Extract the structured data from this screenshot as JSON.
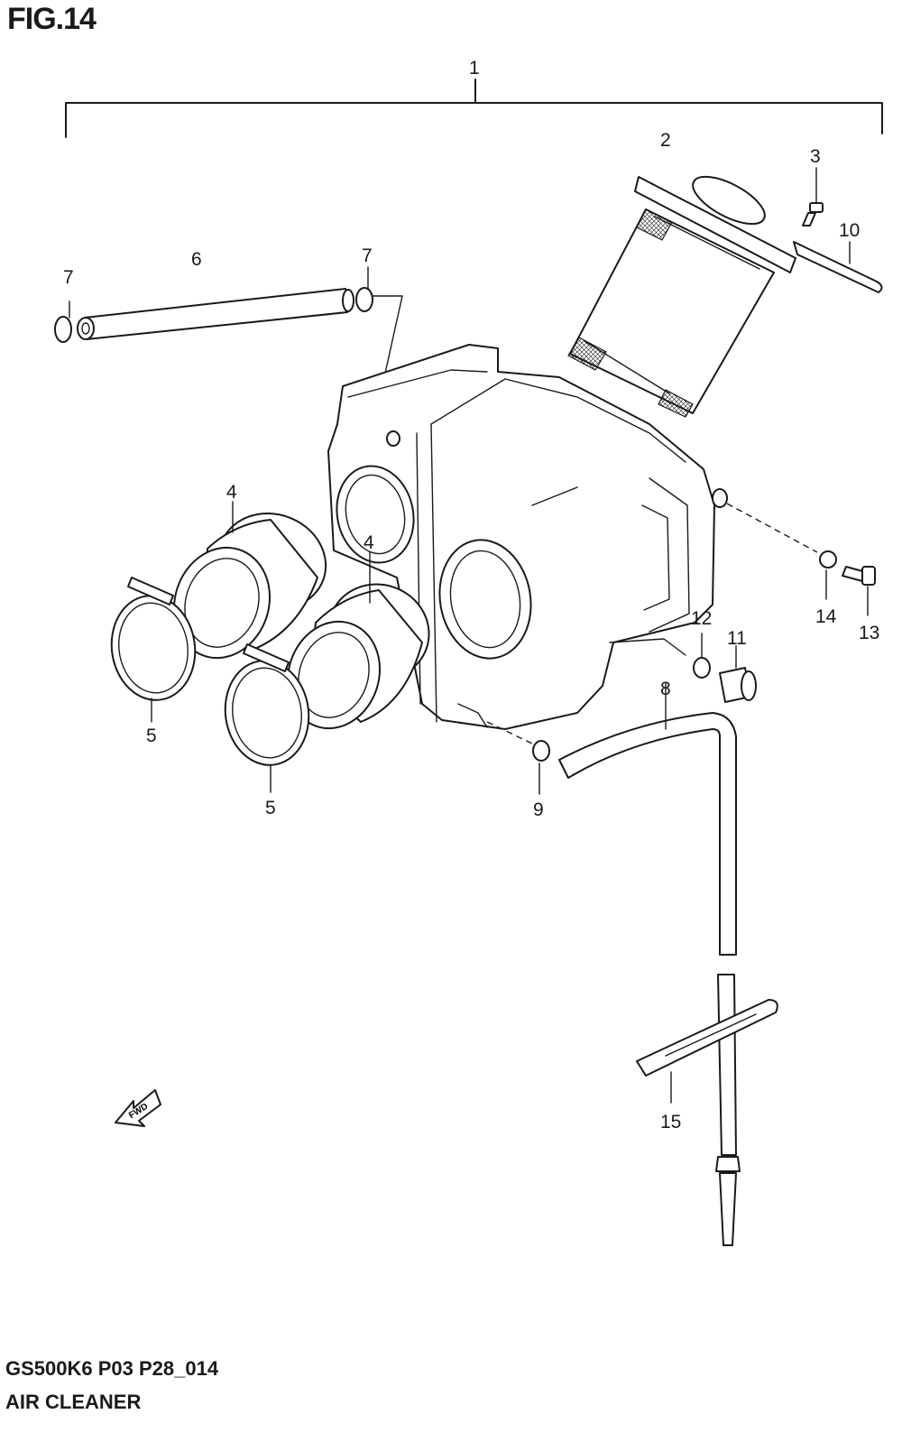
{
  "figure": {
    "title": "FIG.14",
    "model_code": "GS500K6 P03 P28_014",
    "name": "AIR CLEANER"
  },
  "fwd_label": "FWD",
  "callouts": [
    {
      "id": "c1",
      "text": "1"
    },
    {
      "id": "c2",
      "text": "2"
    },
    {
      "id": "c3",
      "text": "3"
    },
    {
      "id": "c4a",
      "text": "4"
    },
    {
      "id": "c4b",
      "text": "4"
    },
    {
      "id": "c5a",
      "text": "5"
    },
    {
      "id": "c5b",
      "text": "5"
    },
    {
      "id": "c6",
      "text": "6"
    },
    {
      "id": "c7a",
      "text": "7"
    },
    {
      "id": "c7b",
      "text": "7"
    },
    {
      "id": "c8",
      "text": "8"
    },
    {
      "id": "c9",
      "text": "9"
    },
    {
      "id": "c10",
      "text": "10"
    },
    {
      "id": "c11",
      "text": "11"
    },
    {
      "id": "c12",
      "text": "12"
    },
    {
      "id": "c13",
      "text": "13"
    },
    {
      "id": "c14",
      "text": "14"
    },
    {
      "id": "c15",
      "text": "15"
    }
  ]
}
